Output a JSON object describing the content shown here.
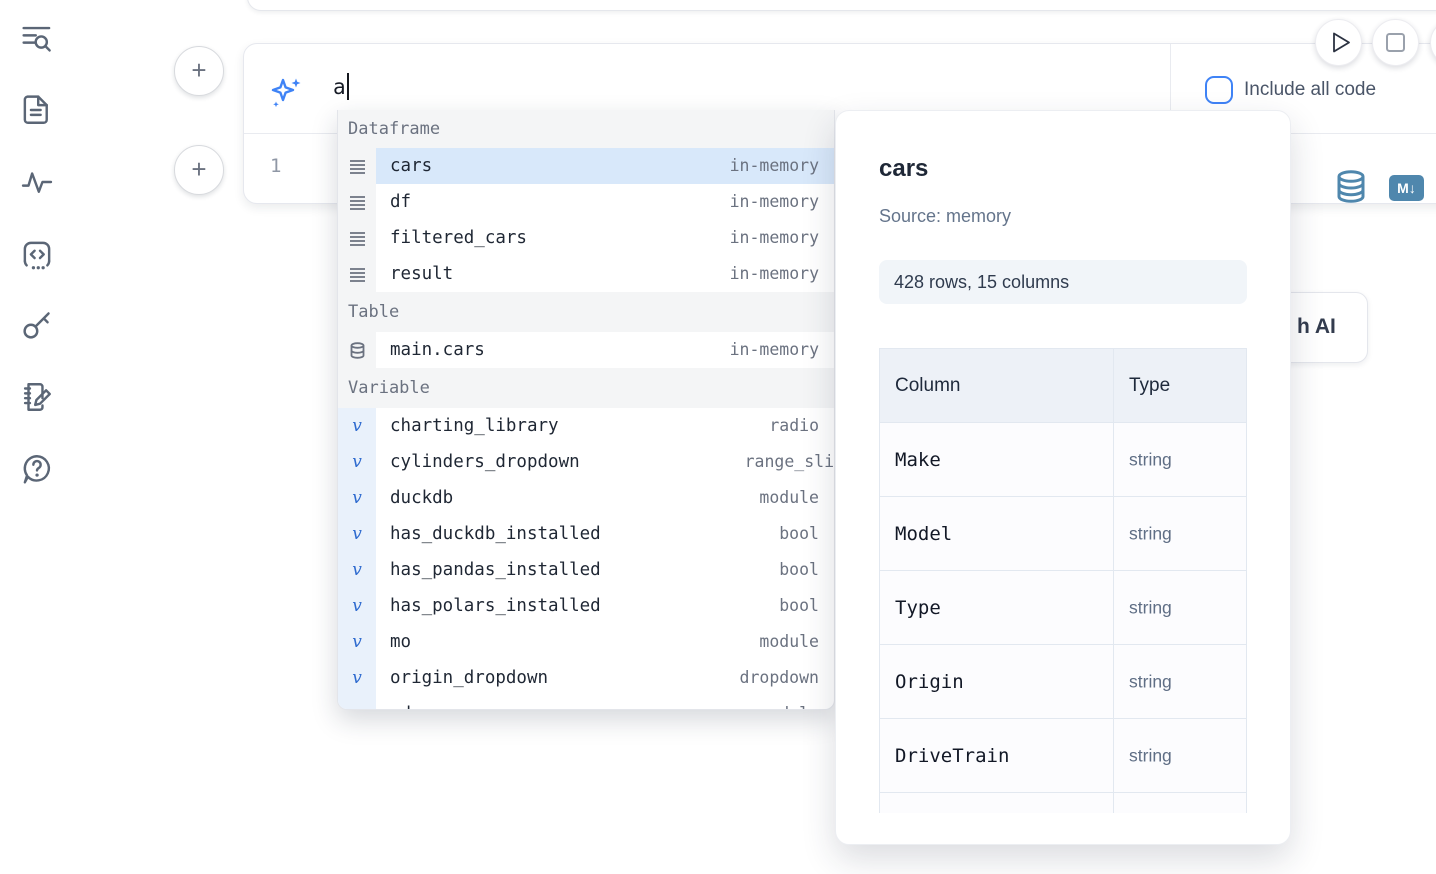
{
  "colors": {
    "accent_blue": "#3f83f6",
    "steel_blue_icon": "#4f87ad",
    "selected_row_bg": "#d8e8fa",
    "sidebar_icon": "#5b6676"
  },
  "sidebar": {
    "icons": [
      "toc-search-icon",
      "document-icon",
      "activity-icon",
      "code-snippet-icon",
      "key-icon",
      "scratchpad-icon",
      "help-chat-icon"
    ]
  },
  "ai_input": {
    "value": "a",
    "icon": "sparkles-icon"
  },
  "toolbar": {
    "include_all_code_label": "Include all code",
    "include_all_code_checked": false
  },
  "run_controls": {
    "play": "run-button",
    "stop": "stop-button"
  },
  "code_cell": {
    "line_number": "1",
    "icons": [
      "database-icon",
      "markdown-icon"
    ],
    "markdown_badge": "M↓"
  },
  "autocomplete": {
    "sections": [
      {
        "label": "Dataframe",
        "items": [
          {
            "name": "cars",
            "type": "in-memory",
            "selected": true
          },
          {
            "name": "df",
            "type": "in-memory"
          },
          {
            "name": "filtered_cars",
            "type": "in-memory"
          },
          {
            "name": "result",
            "type": "in-memory"
          }
        ]
      },
      {
        "label": "Table",
        "items": [
          {
            "name": "main.cars",
            "type": "in-memory"
          }
        ]
      },
      {
        "label": "Variable",
        "items": [
          {
            "name": "charting_library",
            "type": "radio"
          },
          {
            "name": "cylinders_dropdown",
            "type": "range_sli"
          },
          {
            "name": "duckdb",
            "type": "module"
          },
          {
            "name": "has_duckdb_installed",
            "type": "bool"
          },
          {
            "name": "has_pandas_installed",
            "type": "bool"
          },
          {
            "name": "has_polars_installed",
            "type": "bool"
          },
          {
            "name": "mo",
            "type": "module"
          },
          {
            "name": "origin_dropdown",
            "type": "dropdown"
          },
          {
            "name": "pd",
            "type": "module"
          }
        ]
      }
    ]
  },
  "preview": {
    "title": "cars",
    "source": "Source: memory",
    "shape": "428 rows, 15 columns",
    "table": {
      "headers": [
        "Column",
        "Type"
      ],
      "rows": [
        [
          "Make",
          "string"
        ],
        [
          "Model",
          "string"
        ],
        [
          "Type",
          "string"
        ],
        [
          "Origin",
          "string"
        ],
        [
          "DriveTrain",
          "string"
        ],
        [
          "",
          ""
        ]
      ]
    }
  },
  "ai_button": {
    "visible_label": "h AI"
  }
}
